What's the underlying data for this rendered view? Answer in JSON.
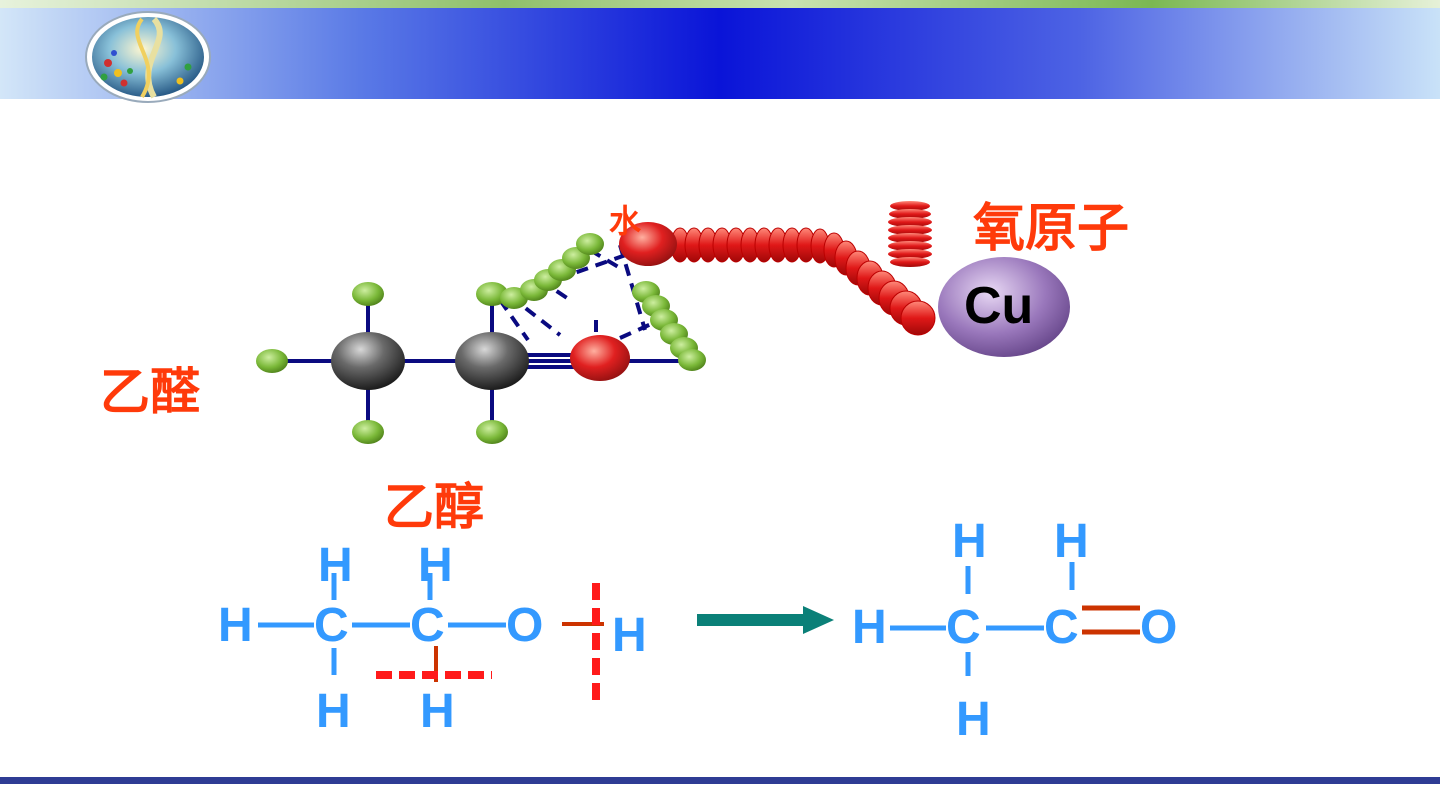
{
  "labels": {
    "ethanal": "乙醛",
    "ethanol": "乙醇",
    "oxygen_atom": "氧原子",
    "water": "水",
    "copper": "Cu"
  },
  "reactant_formula": {
    "atoms": [
      "H",
      "C",
      "C",
      "O",
      "H",
      "H",
      "H",
      "H",
      "H"
    ]
  },
  "product_formula": {
    "atoms": [
      "H",
      "C",
      "C",
      "O",
      "H",
      "H",
      "H"
    ]
  },
  "colors": {
    "formula_atom": "#3399ff",
    "label_orange": "#ff3a0a",
    "reaction_arrow": "#0b8078",
    "cleavage_mark": "#ff1a1a",
    "new_bond": "#cc3300",
    "carbon": "#555555",
    "hydrogen": "#7ab838",
    "oxygen": "#e02020",
    "copper": "#8a64ad",
    "bond": "#0a0a80"
  },
  "icons": {
    "logo": "molecule-dna-globe-icon",
    "arrow": "reaction-arrow-icon"
  }
}
